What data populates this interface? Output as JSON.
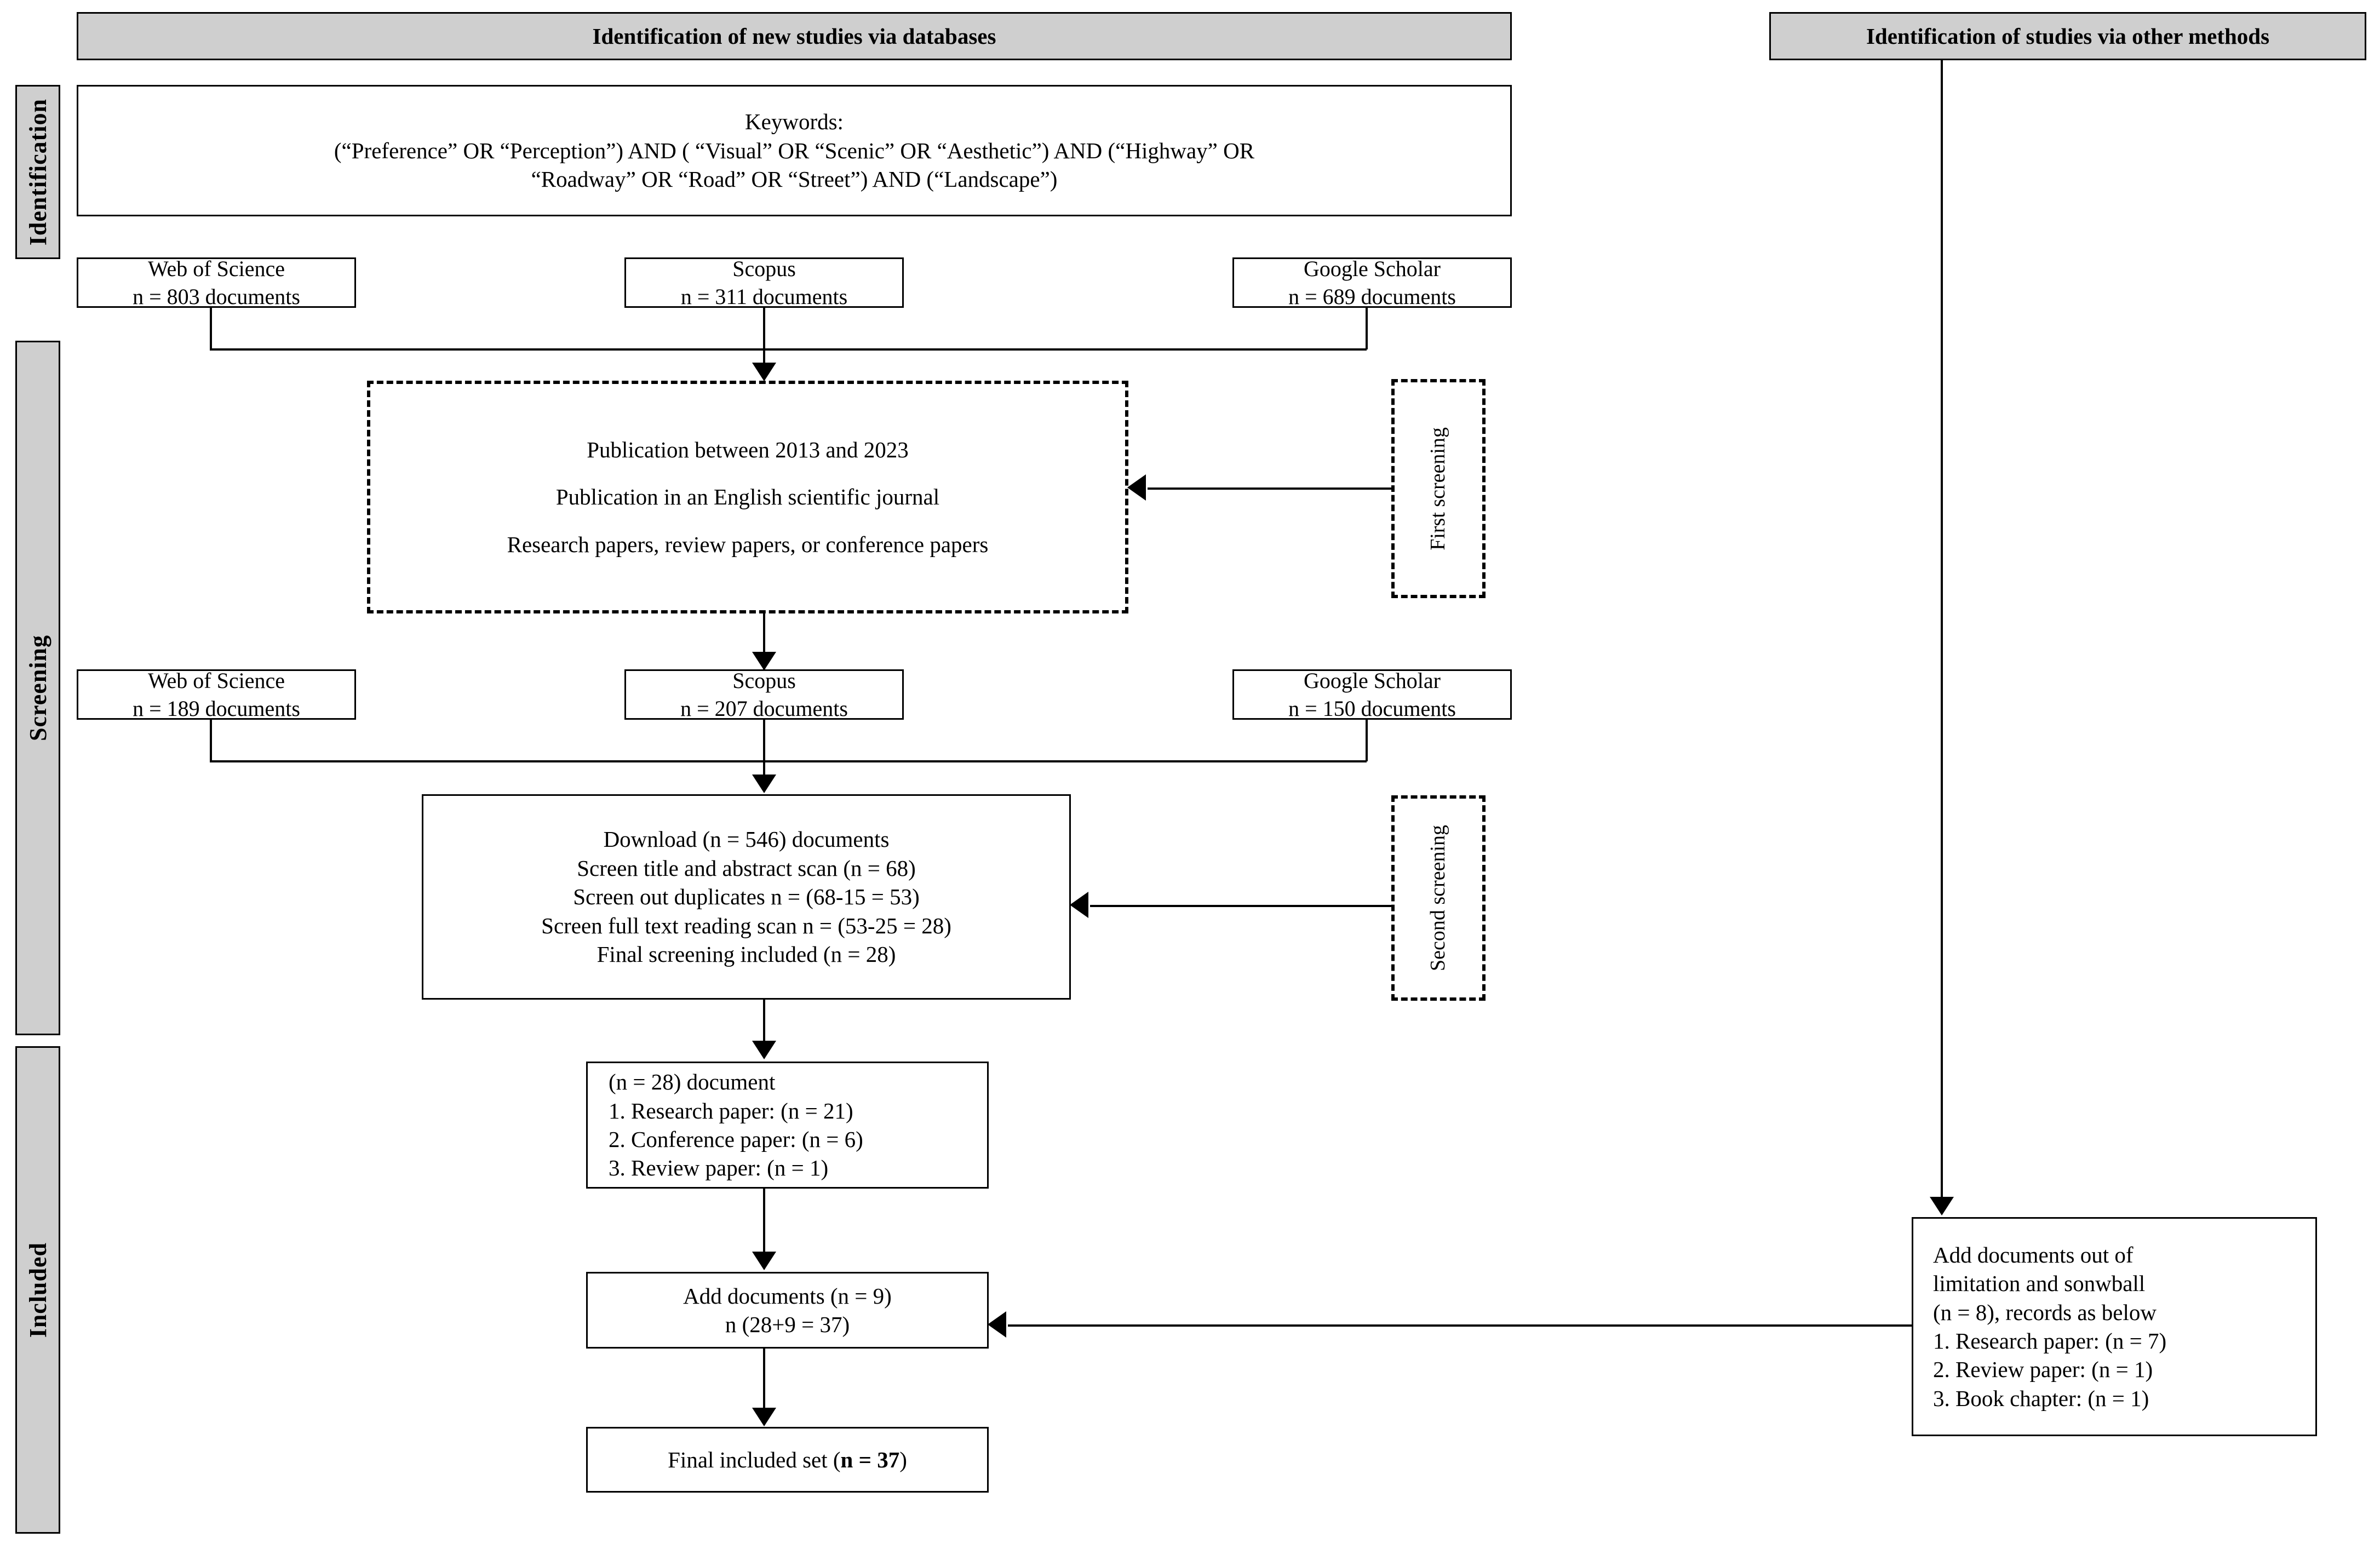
{
  "headers": {
    "databases": "Identification of new studies via databases",
    "other_methods": "Identification of studies via other methods"
  },
  "stages": [
    {
      "label": "Identification"
    },
    {
      "label": "Screening"
    },
    {
      "label": "Included"
    }
  ],
  "keywords_box": {
    "title": "Keywords:",
    "line1": "(“Preference” OR “Perception”) AND ( “Visual” OR “Scenic” OR “Aesthetic”) AND (“Highway” OR",
    "line2": "“Roadway” OR “Road” OR “Street”) AND (“Landscape”)"
  },
  "sources_initial": [
    {
      "name": "Web of Science",
      "count": "n = 803 documents"
    },
    {
      "name": "Scopus",
      "count": "n = 311 documents"
    },
    {
      "name": "Google Scholar",
      "count": "n = 689 documents"
    }
  ],
  "criteria_box": {
    "line1": "Publication between 2013 and 2023",
    "line2": "Publication in an English scientific journal",
    "line3": "Research papers, review papers, or conference papers"
  },
  "first_screening_label": "First screening",
  "second_screening_label": "Second screening",
  "sources_screened": [
    {
      "name": "Web of Science",
      "count": "n = 189 documents"
    },
    {
      "name": "Scopus",
      "count": "n = 207 documents"
    },
    {
      "name": "Google Scholar",
      "count": "n = 150 documents"
    }
  ],
  "download_box": {
    "line1": "Download (n = 546) documents",
    "line2": "Screen title and abstract scan (n = 68)",
    "line3": "Screen out duplicates n = (68-15 = 53)",
    "line4": "Screen full text reading scan n = (53-25 = 28)",
    "line5": "Final screening included (n = 28)"
  },
  "document_types_box": {
    "line1": "(n = 28) document",
    "line2": "1. Research paper: (n = 21)",
    "line3": "2. Conference paper: (n = 6)",
    "line4": "3. Review paper: (n = 1)"
  },
  "add_documents_box": {
    "line1": "Add documents (n = 9)",
    "line2": "n (28+9 = 37)"
  },
  "final_box": {
    "prefix": "Final included set (",
    "bold": "n = 37",
    "suffix": ")"
  },
  "other_methods_box": {
    "line1": "Add documents out of",
    "line2": "limitation and sonwball",
    "line3": "(n = 8), records as below",
    "line4": "1. Research paper: (n = 7)",
    "line5": "2. Review paper: (n = 1)",
    "line6": "3. Book chapter: (n = 1)"
  },
  "colors": {
    "band_fill": "#cfcfcf",
    "stroke": "#000000",
    "background": "#ffffff"
  }
}
